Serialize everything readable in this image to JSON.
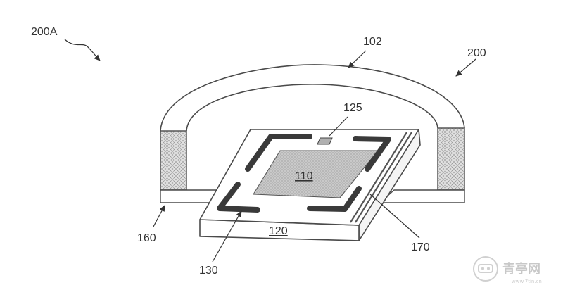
{
  "labels": {
    "fig": "200A",
    "band": "102",
    "device": "200",
    "sensor": "125",
    "chip": "110",
    "substrate": "120",
    "base": "160",
    "frame": "130",
    "strip": "170"
  },
  "watermark": {
    "logo_text": "青亭网",
    "url_text": "www.7tin.cn",
    "icon": "vr-headset-logo-icon"
  },
  "colors": {
    "stroke": "#4a4a4a",
    "chip_fill": "#b8b8b8",
    "hatch": "#9a9a9a",
    "bracket": "#3a3a3a"
  }
}
